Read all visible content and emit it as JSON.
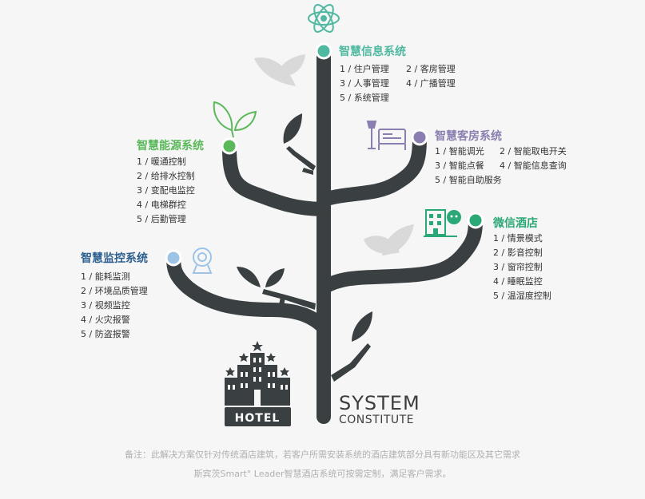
{
  "colors": {
    "trunk": "#3a3f41",
    "info": "#4fb8a0",
    "energy": "#5bb85b",
    "room": "#8a7fb0",
    "wechat": "#2aa876",
    "monitor": "#2c5f8e",
    "leaf_gray": "#d9d9d9",
    "note_gray": "#b0b0b0"
  },
  "icons": {
    "top": "atom-icon",
    "energy": "sprout-icon",
    "room": "bed-lamp-icon",
    "wechat": "building-wechat-icon",
    "monitor": "webcam-icon",
    "hotel": "hotel-building-icon"
  },
  "info": {
    "title": "智慧信息系统",
    "items": [
      [
        "1 / 住户管理",
        "2 / 客房管理"
      ],
      [
        "3 / 人事管理",
        "4 / 广播管理"
      ],
      [
        "5 / 系统管理"
      ]
    ]
  },
  "energy": {
    "title": "智慧能源系统",
    "items": [
      "1 / 暖通控制",
      "2 / 给排水控制",
      "3 / 变配电监控",
      "4 / 电梯群控",
      "5 / 后勤管理"
    ]
  },
  "room": {
    "title": "智慧客房系统",
    "items": [
      [
        "1 / 智能调光",
        "2 / 智能取电开关"
      ],
      [
        "3 / 智能点餐",
        "4 / 智能信息查询"
      ],
      [
        "5 / 智能自助服务"
      ]
    ]
  },
  "wechat": {
    "title": "微信酒店",
    "items": [
      "1 / 情景模式",
      "2 / 影音控制",
      "3 / 窗帘控制",
      "4 / 睡眠监控",
      "5 / 温湿度控制"
    ]
  },
  "monitor": {
    "title": "智慧监控系统",
    "items": [
      "1 / 能耗监测",
      "2 / 环境品质管理",
      "3 / 视频监控",
      "4 / 火灾报警",
      "5 / 防盗报警"
    ]
  },
  "hotel_sign": "HOTEL",
  "system_title": "SYSTEM",
  "system_subtitle": "CONSTITUTE",
  "notes": [
    "备注：此解决方案仅针对传统酒店建筑，若客户所需安装系统的酒店建筑部分具有新功能区及其它需求",
    "斯宾茨Smart° Leader智慧酒店系统可按需定制，满足客户需求。"
  ]
}
